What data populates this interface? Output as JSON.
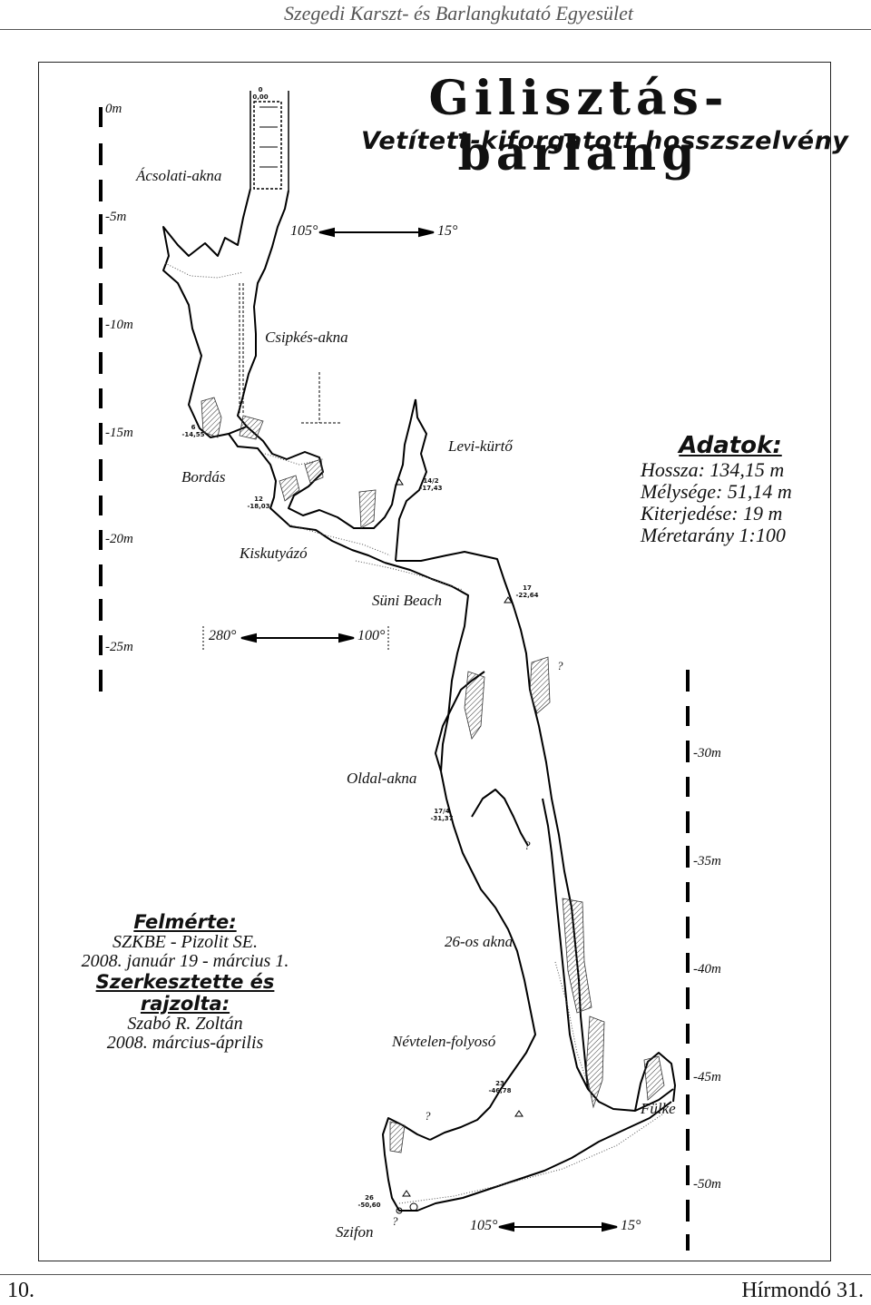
{
  "header": {
    "text": "Szegedi Karszt- és Barlangkutató Egyesület"
  },
  "map": {
    "title": "Gilisztás-barlang",
    "subtitle": "Vetített-kiforgatott hosszszelvény",
    "compasses": [
      {
        "left": "105°",
        "right": "15°"
      },
      {
        "left": "280°",
        "right": "100°"
      },
      {
        "left": "105°",
        "right": "15°"
      }
    ],
    "scale_left": [
      "0m",
      "-5m",
      "-10m",
      "-15m",
      "-20m",
      "-25m"
    ],
    "scale_right": [
      "-30m",
      "-35m",
      "-40m",
      "-45m",
      "-50m"
    ],
    "place_labels": {
      "acsolati": "Ácsolati-akna",
      "csipkes": "Csipkés-akna",
      "bordas": "Bordás",
      "kiskutyazo": "Kiskutyázó",
      "levi": "Levi-kürtő",
      "suni": "Süni Beach",
      "oldal": "Oldal-akna",
      "akna26": "26-os akna",
      "nevtelen": "Névtelen-folyosó",
      "fulke": "Fülke",
      "szifon": "Szifon"
    },
    "survey_points": [
      {
        "id": "0",
        "depth": "0,00"
      },
      {
        "id": "6",
        "depth": "-14,55"
      },
      {
        "id": "12",
        "depth": "-18,03"
      },
      {
        "id": "14/2",
        "depth": "-17,43"
      },
      {
        "id": "17",
        "depth": "-22,64"
      },
      {
        "id": "17/4",
        "depth": "-31,37"
      },
      {
        "id": "23",
        "depth": "-46,78"
      },
      {
        "id": "26",
        "depth": "-50,60"
      }
    ],
    "question_mark": "?",
    "stats": {
      "heading": "Adatok:",
      "length": "Hossza: 134,15 m",
      "depth": "Mélysége: 51,14 m",
      "extent": "Kiterjedése: 19 m",
      "scale": "Méretarány 1:100"
    },
    "credits": {
      "surveyed_heading": "Felmérte:",
      "surveyors": "SZKBE - Pizolit SE.",
      "survey_date": "2008. január 19 - március 1.",
      "drawn_heading": "Szerkesztette és rajzolta:",
      "author": "Szabó R. Zoltán",
      "drawn_date": "2008. március-április"
    }
  },
  "footer": {
    "page_number": "10.",
    "publication": "Hírmondó 31."
  }
}
